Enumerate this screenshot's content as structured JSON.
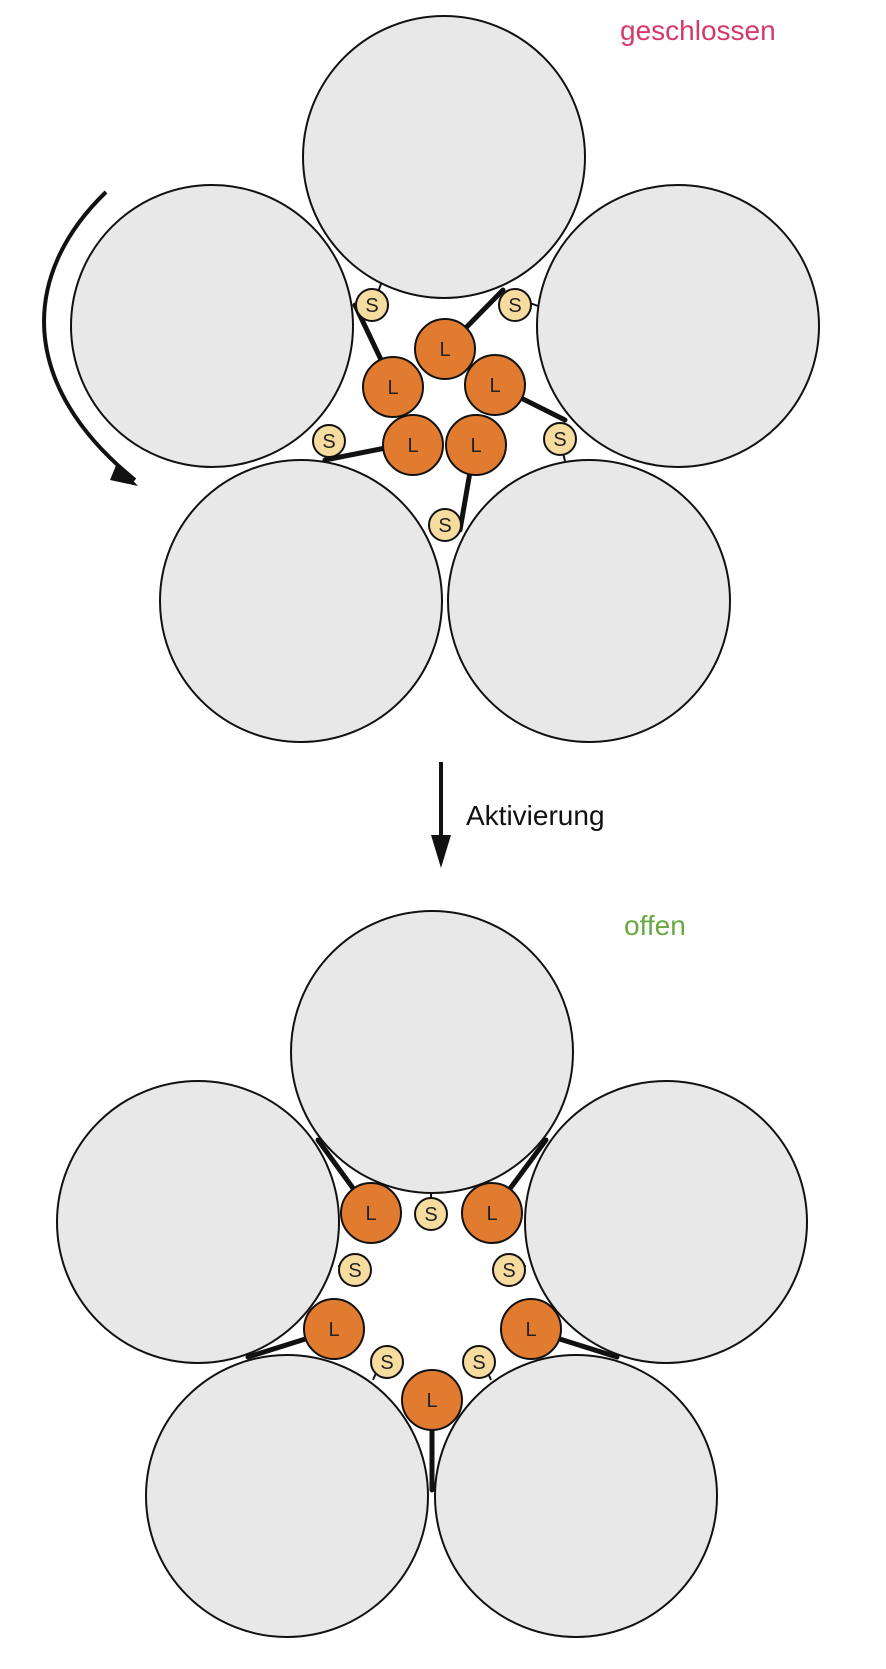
{
  "states": {
    "closed": {
      "label": "geschlossen",
      "color": "#d6386a"
    },
    "open": {
      "label": "offen",
      "color": "#6aa843"
    }
  },
  "transition": {
    "label": "Aktivierung"
  },
  "colors": {
    "subunit": "#e8e8e8",
    "subunit_stroke": "#111111",
    "large_ring": "#e07b30",
    "small_ring": "#f7dca0",
    "link": "#111111"
  },
  "markers": {
    "large": "L",
    "small": "S"
  }
}
